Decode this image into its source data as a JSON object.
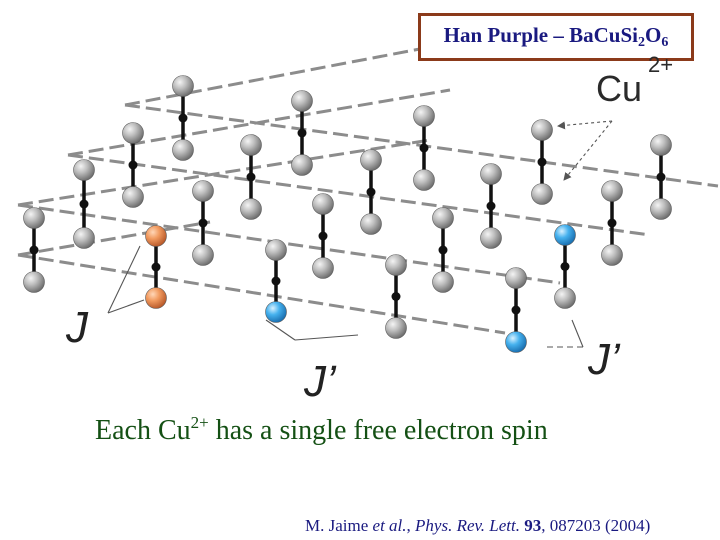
{
  "title": {
    "main": "Han Purple – Ba",
    "formula_cu": "Cu",
    "formula_si": "Si",
    "si_subscript": "2",
    "formula_o": "O",
    "o_subscript": "6"
  },
  "ion_label": {
    "element": "Cu",
    "charge": "2+"
  },
  "coupling_labels": {
    "intra_dimer": "J",
    "inter_dimer": "J’"
  },
  "caption": {
    "prefix": "Each Cu",
    "superscript": "2+",
    "suffix": " has a single free electron spin"
  },
  "citation": {
    "authors": "M. Jaime ",
    "et_al": "et al.",
    "sep1": ", ",
    "journal": "Phys. Rev. Lett.",
    "sep2": " ",
    "volume": "93",
    "rest": ", 087203 (2004)"
  },
  "colors": {
    "copper_atom": "#9a9a9a",
    "highlight_dimer_J": "#f08a4b",
    "highlight_atom_Jprime": "#35a5e8",
    "bond": "#111111",
    "grid_line": "#8c8c8c",
    "title_border": "#8b3a1a",
    "title_text": "#1a1a80",
    "caption_text": "#145014"
  }
}
